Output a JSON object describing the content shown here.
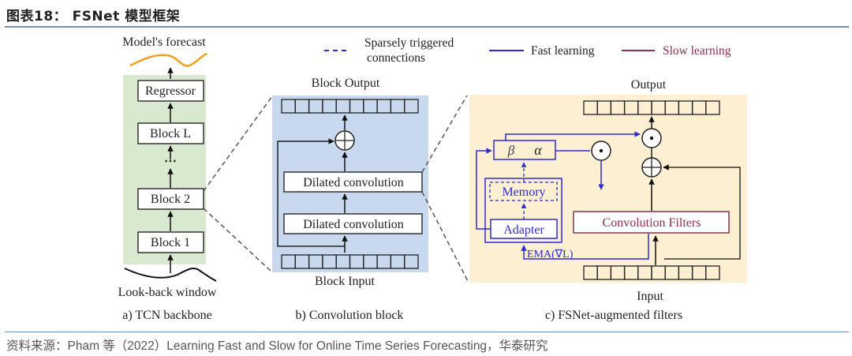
{
  "title": "图表18： FSNet 模型框架",
  "source": "资料来源：Pham 等（2022）Learning Fast and Slow for Online Time Series Forecasting，华泰研究",
  "colors": {
    "green_panel": "#d8e9cf",
    "blue_panel": "#c8d9ef",
    "yellow_panel": "#fcefd2",
    "fast_learning": "#2b2bd6",
    "slow_learning": "#8a3050",
    "forecast_curve": "#f0a020",
    "rule": "#6f8fb8"
  },
  "legend": {
    "sparse": "Sparsely triggered",
    "sparse2": "connections",
    "fast": "Fast learning",
    "slow": "Slow learning"
  },
  "panel_a": {
    "forecast_label": "Model's forecast",
    "blocks": [
      "Regressor",
      "Block L",
      "Block 2",
      "Block 1"
    ],
    "ellipsis": "⋯",
    "input_label": "Look-back window",
    "caption": "a)  TCN backbone"
  },
  "panel_b": {
    "output_label": "Block Output",
    "conv_top": "Dilated convolution",
    "conv_bottom": "Dilated convolution",
    "input_label": "Block Input",
    "caption": "b) Convolution block",
    "cells": 10
  },
  "panel_c": {
    "output_label": "Output",
    "beta": "β",
    "alpha": "α",
    "memory": "Memory",
    "adapter": "Adapter",
    "conv_filters": "Convolution Filters",
    "ema": "EMA(∇L)",
    "input_label": "Input",
    "caption": "c) FSNet-augmented filters",
    "cells": 10
  }
}
